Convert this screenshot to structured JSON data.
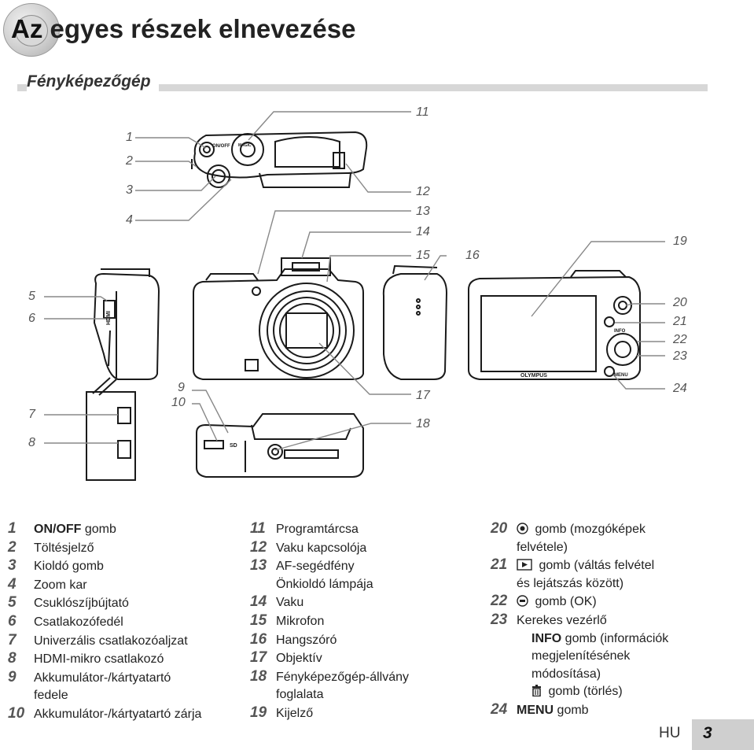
{
  "header": {
    "title_prefix": "Az",
    "title_rest": " egyes részek elnevezése",
    "subtitle": "Fényképezőgép"
  },
  "callouts": [
    "1",
    "2",
    "3",
    "4",
    "5",
    "6",
    "7",
    "8",
    "9",
    "10",
    "11",
    "12",
    "13",
    "14",
    "15",
    "16",
    "17",
    "18",
    "19",
    "20",
    "21",
    "22",
    "23",
    "24"
  ],
  "camera_text": {
    "hdmi": "HDMI",
    "onoff": "ON/OFF",
    "magic": "MAGIC",
    "info": "INFO",
    "menu": "MENU",
    "brand": "OLYMPUS",
    "sd": "SD"
  },
  "legend": {
    "col1": [
      {
        "num": "1",
        "bold": "ON/OFF",
        "text": " gomb"
      },
      {
        "num": "2",
        "text": "Töltésjelző"
      },
      {
        "num": "3",
        "text": "Kioldó gomb"
      },
      {
        "num": "4",
        "text": "Zoom kar"
      },
      {
        "num": "5",
        "text": "Csuklószíjbújtató"
      },
      {
        "num": "6",
        "text": "Csatlakozófedél"
      },
      {
        "num": "7",
        "text": "Univerzális csatlakozóaljzat"
      },
      {
        "num": "8",
        "text": "HDMI-mikro csatlakozó"
      },
      {
        "num": "9",
        "text": "Akkumulátor-/kártyatartó",
        "cont": "fedele"
      },
      {
        "num": "10",
        "text": "Akkumulátor-/kártyatartó zárja"
      }
    ],
    "col2": [
      {
        "num": "11",
        "text": "Programtárcsa"
      },
      {
        "num": "12",
        "text": "Vaku kapcsolója"
      },
      {
        "num": "13",
        "text": "AF-segédfény",
        "cont": "Önkioldó lámpája"
      },
      {
        "num": "14",
        "text": "Vaku"
      },
      {
        "num": "15",
        "text": "Mikrofon"
      },
      {
        "num": "16",
        "text": "Hangszóró"
      },
      {
        "num": "17",
        "text": "Objektív"
      },
      {
        "num": "18",
        "text": "Fényképezőgép-állvány",
        "cont": "foglalata"
      },
      {
        "num": "19",
        "text": "Kijelző"
      }
    ],
    "col3": {
      "r20_num": "20",
      "r20_text": " gomb (mozgóképek",
      "r20_cont": "felvétele)",
      "r21_num": "21",
      "r21_text": " gomb (váltás felvétel",
      "r21_cont": "és lejátszás között)",
      "r22_num": "22",
      "r22_text": " gomb (OK)",
      "r23_num": "23",
      "r23_text": "Kerekes vezérlő",
      "r23_info_bold": "INFO",
      "r23_info_text": " gomb (információk",
      "r23_cont2": "megjelenítésének",
      "r23_cont3": "módosítása)",
      "r23_trash_text": " gomb (törlés)",
      "r24_num": "24",
      "r24_bold": "MENU",
      "r24_text": " gomb"
    }
  },
  "footer": {
    "lang": "HU",
    "page": "3"
  }
}
